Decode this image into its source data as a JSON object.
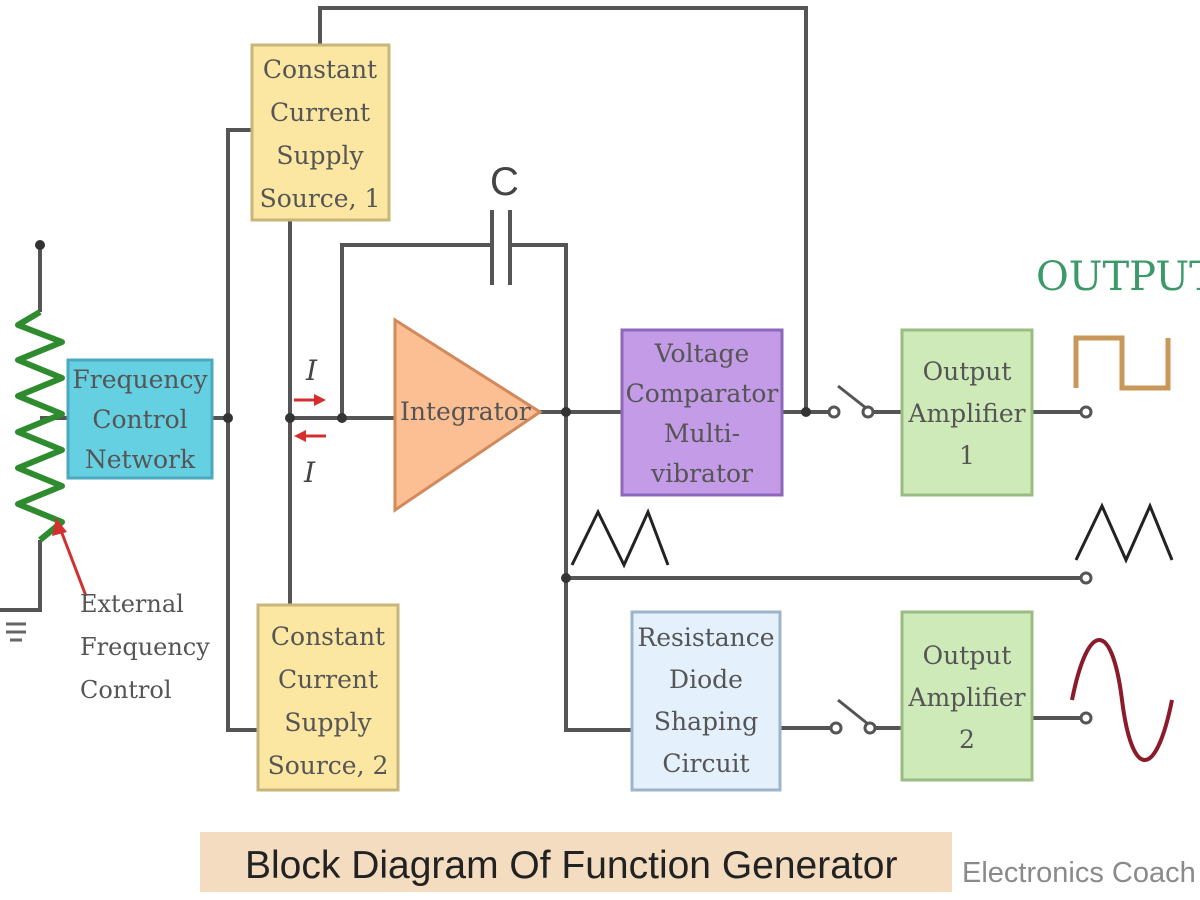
{
  "colors": {
    "wire": "#555555",
    "current_source_fill": "#fbe7a1",
    "current_source_stroke": "#c9b57a",
    "freq_network_fill": "#66d0e3",
    "freq_network_stroke": "#4aa9bd",
    "integrator_fill": "#fbbf93",
    "integrator_stroke": "#d28a5c",
    "comparator_fill": "#c39be6",
    "comparator_stroke": "#8d67bb",
    "amplifier_fill": "#cfeab9",
    "amplifier_stroke": "#98bc82",
    "shaper_fill": "#e4f0fb",
    "shaper_stroke": "#9db4cb",
    "resistor": "#2e8b2e",
    "arrows": "#d32f2f",
    "square_wave": "#c9975a",
    "sine_wave": "#8b1a2a",
    "triangle_wave": "#222222",
    "output_label": "#3c9a6a",
    "title_bar": "#f3dcc0"
  },
  "blocks": {
    "ccs1": [
      "Constant",
      "Current",
      "Supply",
      "Source, 1"
    ],
    "ccs2": [
      "Constant",
      "Current",
      "Supply",
      "Source, 2"
    ],
    "freq_network": [
      "Frequency",
      "Control",
      "Network"
    ],
    "integrator": "Integrator",
    "comparator": [
      "Voltage",
      "Comparator",
      "Multi-",
      "vibrator"
    ],
    "amp1": [
      "Output",
      "Amplifier",
      "1"
    ],
    "amp2": [
      "Output",
      "Amplifier",
      "2"
    ],
    "shaper": [
      "Resistance",
      "Diode",
      "Shaping",
      "Circuit"
    ]
  },
  "labels": {
    "capacitor": "C",
    "current_top": "I",
    "current_bottom": "I",
    "output": "OUTPUT",
    "external_control": [
      "External",
      "Frequency",
      "Control"
    ]
  },
  "waveforms": {
    "outputs": [
      "square-wave",
      "triangle-wave",
      "sine-wave"
    ]
  },
  "icons": {
    "ground": "ground-icon",
    "resistor": "variable-resistor-icon",
    "switch": "switch-icon"
  },
  "title": "Block Diagram Of Function Generator",
  "watermark": "Electronics Coach"
}
